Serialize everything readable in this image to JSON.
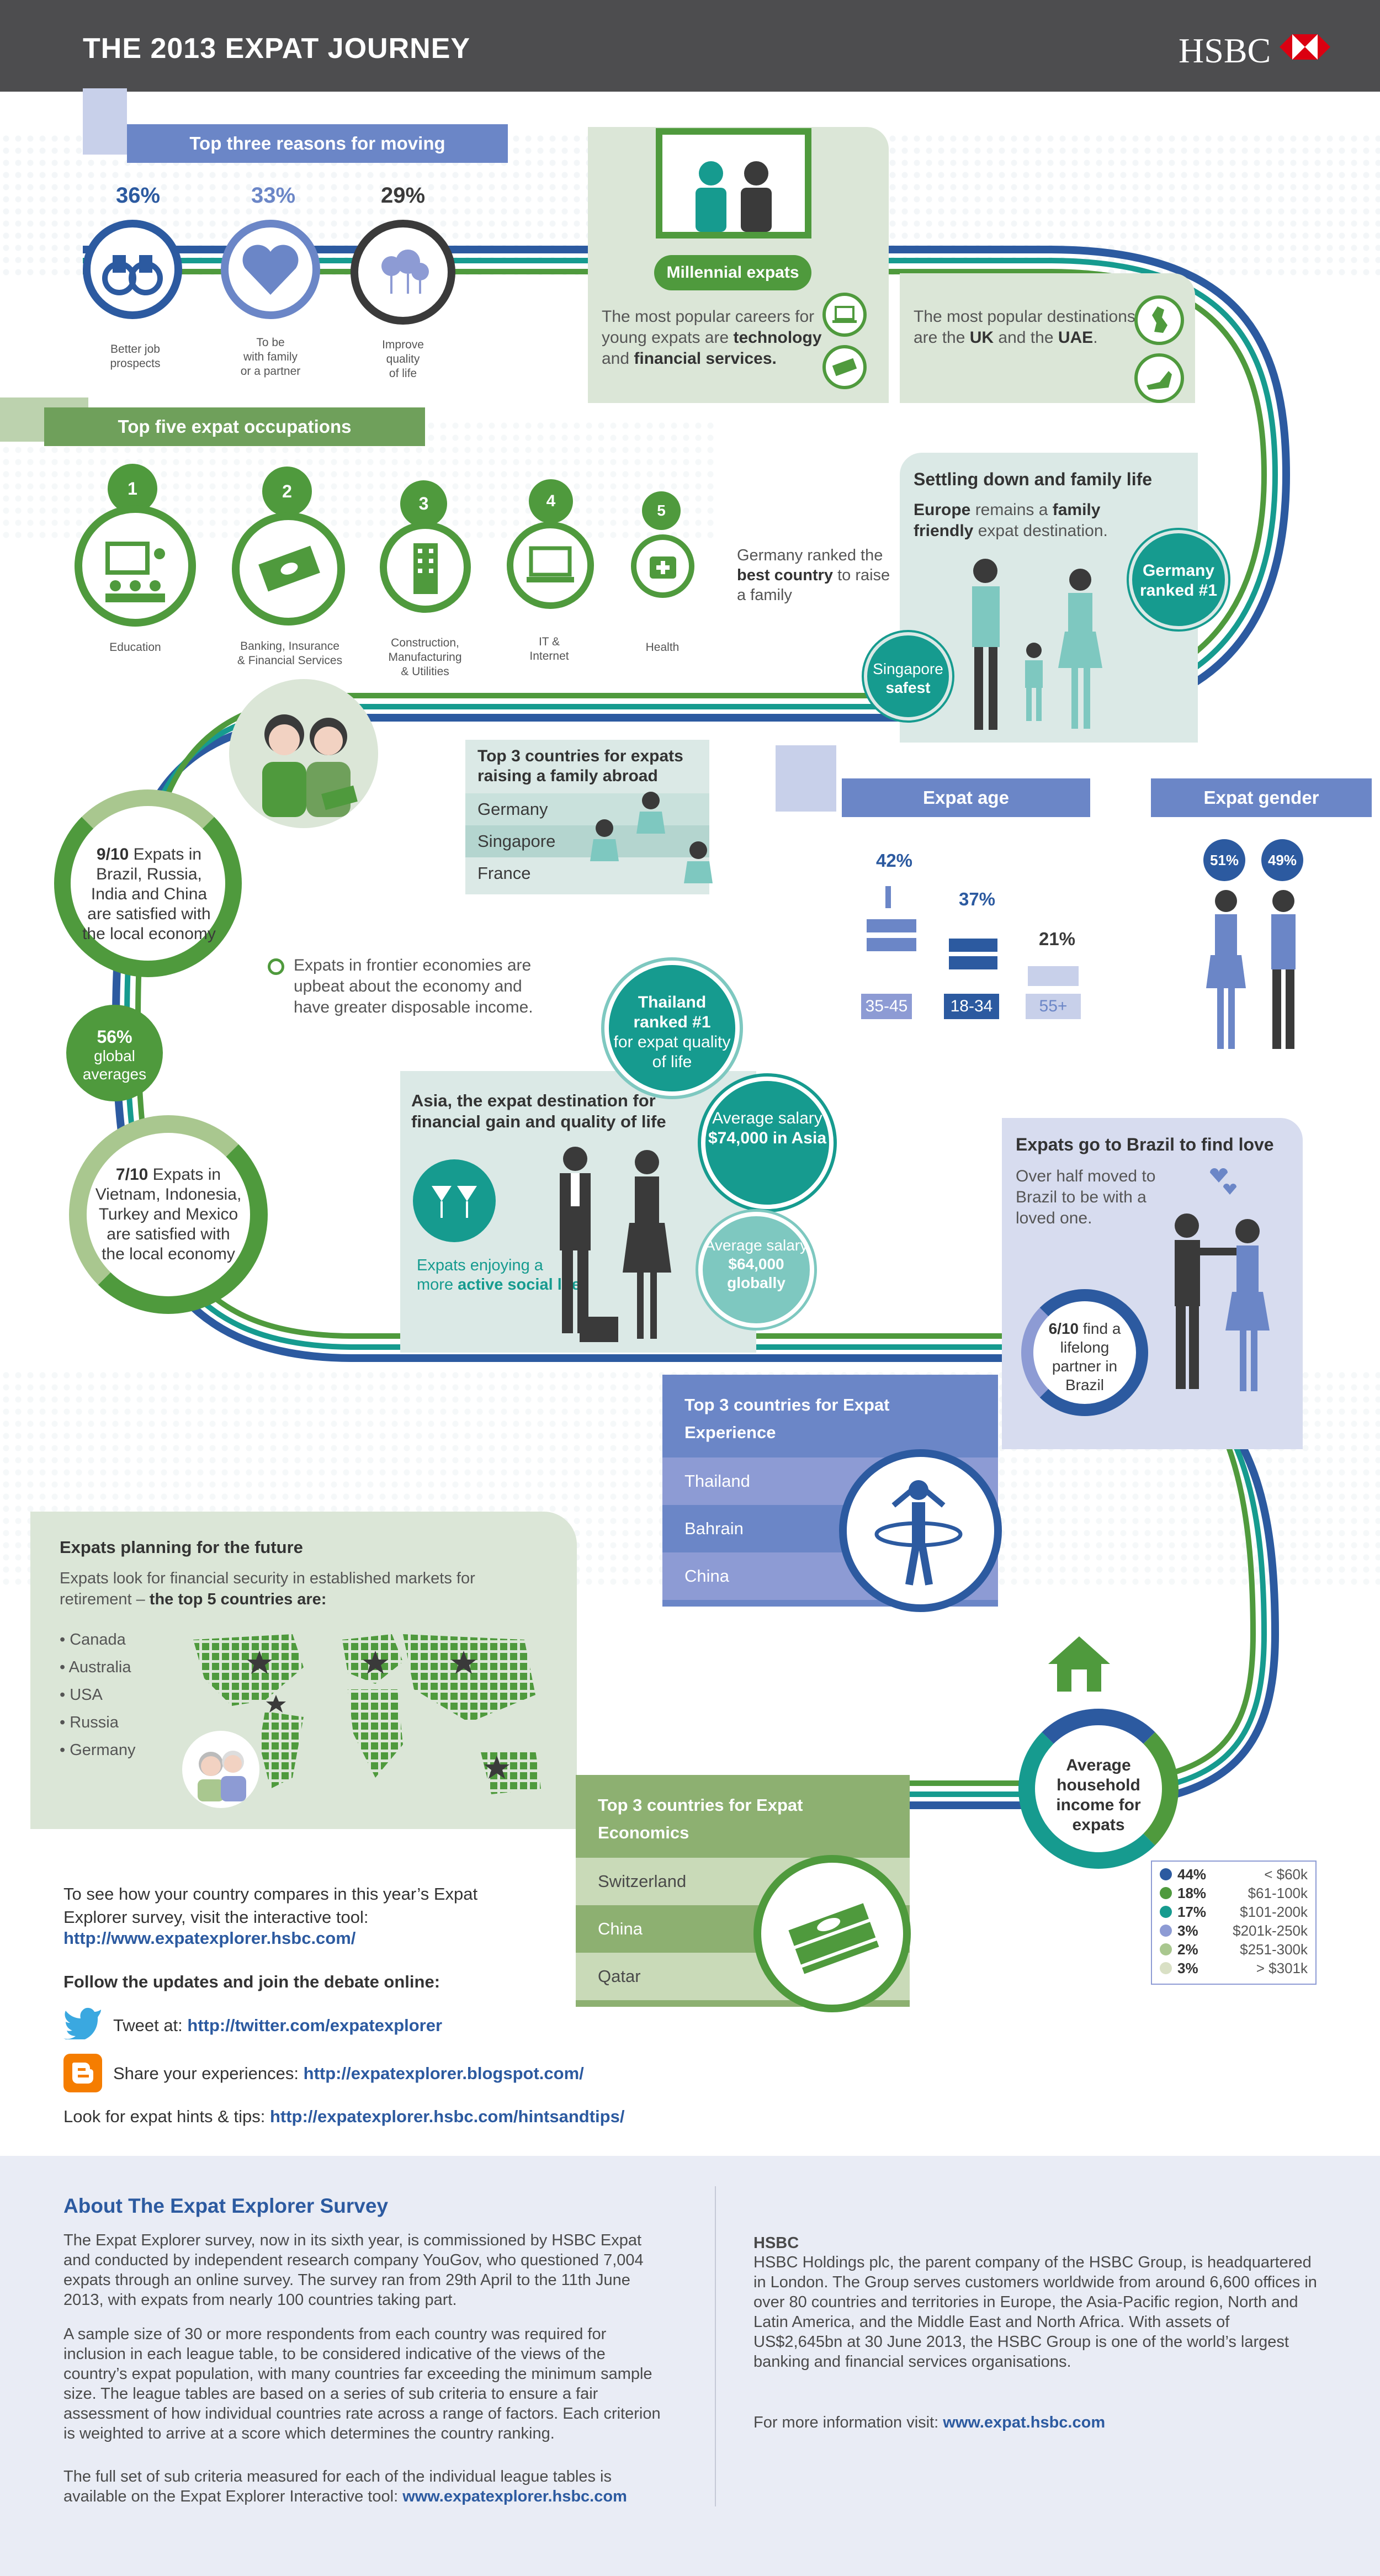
{
  "header": {
    "title": "THE 2013 EXPAT JOURNEY",
    "brand": "HSBC"
  },
  "reasons": {
    "title": "Top three reasons for moving",
    "items": [
      {
        "pct": "36%",
        "label": "Better job\nprospects"
      },
      {
        "pct": "33%",
        "label": "To be\nwith family\nor a partner"
      },
      {
        "pct": "29%",
        "label": "Improve\nquality\nof life"
      }
    ]
  },
  "millennial": {
    "badge": "Millennial expats",
    "careers_pre": "The most popular careers for young expats are ",
    "careers_b1": "technology",
    "careers_mid": " and ",
    "careers_b2": "financial services.",
    "dest_pre": "The most popular destinations are the ",
    "dest_b1": "UK",
    "dest_mid": " and the ",
    "dest_b2": "UAE",
    "dest_end": "."
  },
  "occupations": {
    "title": "Top five expat occupations",
    "items": [
      {
        "num": "1",
        "label": "Education"
      },
      {
        "num": "2",
        "label": "Banking,  Insurance\n& Financial Services"
      },
      {
        "num": "3",
        "label": "Construction,\nManufacturing\n& Utilities"
      },
      {
        "num": "4",
        "label": "IT &\nInternet"
      },
      {
        "num": "5",
        "label": "Health"
      }
    ],
    "germany_note_pre": "Germany ranked the ",
    "germany_note_b": "best country",
    "germany_note_end": " to raise a family"
  },
  "family": {
    "title": "Settling down and family life",
    "b1": "Europe",
    "mid1": " remains a ",
    "b2": "family friendly",
    "end": " expat destination.",
    "germany_badge": "Germany ranked #1",
    "singapore_badge_1": "Singapore",
    "singapore_badge_2": "safest"
  },
  "raising": {
    "title": "Top 3 countries for expats raising a family abroad",
    "items": [
      "Germany",
      "Singapore",
      "France"
    ]
  },
  "age": {
    "title": "Expat age",
    "groups": [
      {
        "pct": "42%",
        "label": "35-45"
      },
      {
        "pct": "37%",
        "label": "18-34"
      },
      {
        "pct": "21%",
        "label": "55+"
      }
    ]
  },
  "gender": {
    "title": "Expat gender",
    "female": "51%",
    "male": "49%"
  },
  "frontier": {
    "brics_b": "9/10",
    "brics_text": "Expats in Brazil, Russia, India and China are satisfied with the local economy",
    "global_pct": "56%",
    "global_label": "global averages",
    "vitm_b": "7/10",
    "vitm_text": "Expats in Vietnam, Indonesia, Turkey and Mexico are satisfied with the local economy",
    "note": "Expats in frontier economies are upbeat about the economy and have greater disposable income."
  },
  "asia": {
    "title": "Asia, the expat destination for financial gain and quality of life",
    "social_pre": "Expats enjoying a more ",
    "social_b": "active social life",
    "thailand_b": "Thailand ranked #1",
    "thailand_rest": "for expat quality of life",
    "salary_asia_1": "Average salary",
    "salary_asia_2": "$74,000 in Asia",
    "salary_global_1": "Average salary",
    "salary_global_2": "$64,000 globally"
  },
  "brazil": {
    "title": "Expats go to Brazil to find love",
    "text": "Over half moved to Brazil to be with a loved one.",
    "circle_b": "6/10",
    "circle_text": "find a lifelong partner in Brazil"
  },
  "experience": {
    "title": "Top 3 countries for Expat Experience",
    "items": [
      "Thailand",
      "Bahrain",
      "China"
    ]
  },
  "future": {
    "title": "Expats planning for the future",
    "text": "Expats look for financial security in established markets for retirement – ",
    "text_b": "the top 5 countries are:",
    "items": [
      "Canada",
      "Australia",
      "USA",
      "Russia",
      "Germany"
    ]
  },
  "economics": {
    "title": "Top 3 countries for Expat Economics",
    "items": [
      "Switzerland",
      "China",
      "Qatar"
    ]
  },
  "income": {
    "title": "Average household income for expats",
    "rows": [
      {
        "pct": "44%",
        "range": "< $60k",
        "color": "#2c5aa0"
      },
      {
        "pct": "18%",
        "range": "$61-100k",
        "color": "#4f9a3d"
      },
      {
        "pct": "17%",
        "range": "$101-200k",
        "color": "#169b8f"
      },
      {
        "pct": "3%",
        "range": "$201k-250k",
        "color": "#8d9bd4"
      },
      {
        "pct": "2%",
        "range": "$251-300k",
        "color": "#a9c78f"
      },
      {
        "pct": "3%",
        "range": "> $301k",
        "color": "#d9e0c5"
      }
    ]
  },
  "links": {
    "intro": "To see how your country compares in this year’s Expat Explorer survey, visit the interactive tool:",
    "tool_url": "http://www.expatexplorer.hsbc.com/",
    "follow": "Follow the updates and join the debate online:",
    "tweet_label": "Tweet at: ",
    "tweet_url": "http://twitter.com/expatexplorer",
    "blog_label": "Share your experiences: ",
    "blog_url": "http://expatexplorer.blogspot.com/",
    "hints_label": "Look for expat hints & tips: ",
    "hints_url": "http://expatexplorer.hsbc.com/hintsandtips/"
  },
  "about": {
    "title": "About The Expat Explorer Survey",
    "p1": "The Expat Explorer survey, now in its sixth year, is commissioned by HSBC Expat and conducted by independent research company YouGov, who questioned 7,004 expats through an online survey. The survey ran from 29th April to the 11th June 2013, with expats from nearly 100 countries taking part.",
    "p2": "A sample size of 30 or more respondents from each country was required for inclusion in each league table, to be considered indicative of the views of the country’s expat population, with many countries far exceeding the minimum sample size. The league tables are based on a series of sub criteria to ensure a fair assessment of how individual countries rate across a range of factors. Each criterion is weighted to arrive at a score which determines the country ranking.",
    "p3": "The full set of sub criteria measured for each of the individual league tables is available on the Expat Explorer Interactive tool: ",
    "p3_link": "www.expatexplorer.hsbc.com",
    "hsbc_title": "HSBC",
    "hsbc_text": "HSBC Holdings plc, the parent company of the HSBC Group, is headquartered in London. The Group serves customers worldwide from around 6,600 offices in over 80 countries and territories in Europe, the Asia-Pacific region, North and Latin America, and the Middle East and North Africa. With assets of US$2,645bn at 30 June 2013, the HSBC Group is one of the world’s largest banking and financial services organisations.",
    "more": "For more information visit: ",
    "more_link": "www.expat.hsbc.com"
  }
}
